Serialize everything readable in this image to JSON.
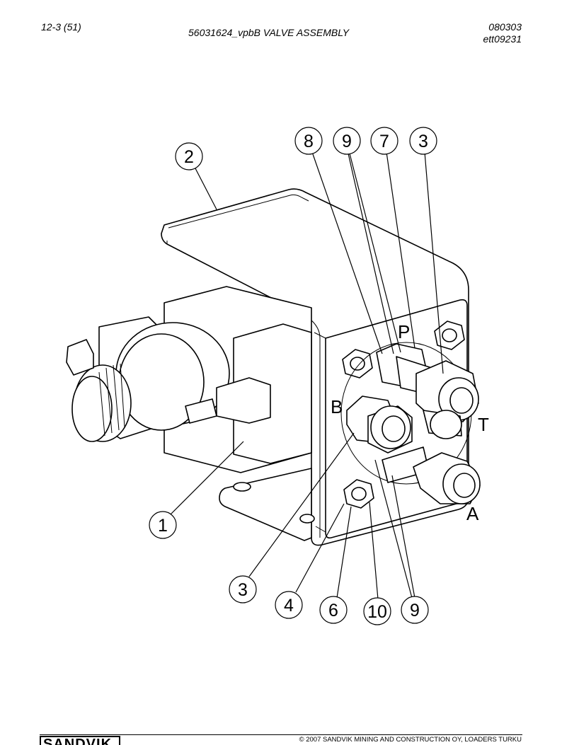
{
  "header": {
    "page_number": "12-3 (51)",
    "title": "56031624_vpbB VALVE ASSEMBLY",
    "date": "080303",
    "ref": "ett09231"
  },
  "ports": {
    "p": "P",
    "b": "B",
    "t": "T",
    "a": "A"
  },
  "callouts": {
    "top": [
      "8",
      "9",
      "7",
      "3"
    ],
    "bracket": "2",
    "solenoid": "1",
    "bottom": [
      "3",
      "4",
      "6",
      "10",
      "9"
    ]
  },
  "footer": {
    "logo_text": "SANDVIK",
    "copyright": "© 2007 SANDVIK MINING AND CONSTRUCTION OY, LOADERS TURKU"
  }
}
